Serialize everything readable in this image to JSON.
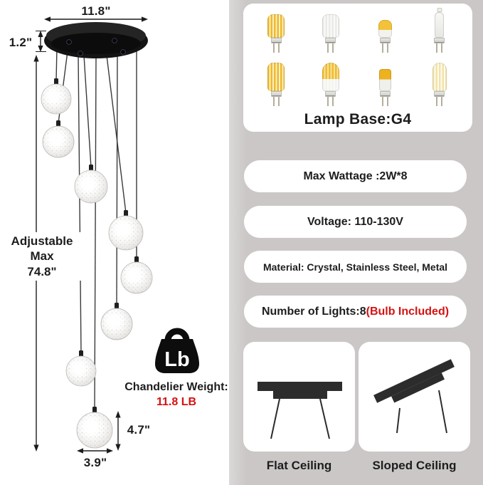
{
  "product_diagram": {
    "width_label": "11.8\"",
    "canopy_height_label": "1.2\"",
    "adjustable_max_line1": "Adjustable Max",
    "adjustable_max_line2": "74.8\"",
    "ball_height_label": "4.7\"",
    "ball_width_label": "3.9\"",
    "weight_badge": "Lb",
    "weight_title": "Chandelier Weight:",
    "weight_value": "11.8 LB"
  },
  "bulb_panel": {
    "title": "Lamp Base:G4"
  },
  "specs": [
    {
      "text": "Max Wattage :2W*8"
    },
    {
      "text": "Voltage: 110-130V"
    },
    {
      "text": "Material: Crystal, Stainless Steel, Metal"
    },
    {
      "text": "Number of Lights:8",
      "highlight": "(Bulb Included)"
    }
  ],
  "mounting": [
    {
      "label": "Flat Ceiling"
    },
    {
      "label": "Sloped Ceiling"
    }
  ],
  "colors": {
    "accent_red": "#d51212",
    "panel_gray": "#cbc7c7",
    "text_dark": "#1d1d1d"
  },
  "icons": {
    "weight": "weight-lb-icon",
    "bulbs": [
      "g4-corn-bulb-icon",
      "g4-clear-bulb-icon",
      "g4-half-yellow-bulb-icon",
      "g4-halogen-capsule-icon",
      "g4-corn-bulb-icon",
      "g4-dome-corn-bulb-icon",
      "g4-cob-bulb-icon",
      "g4-white-corn-bulb-icon"
    ],
    "mounting": [
      "flat-ceiling-bracket-icon",
      "sloped-ceiling-bracket-icon"
    ]
  }
}
